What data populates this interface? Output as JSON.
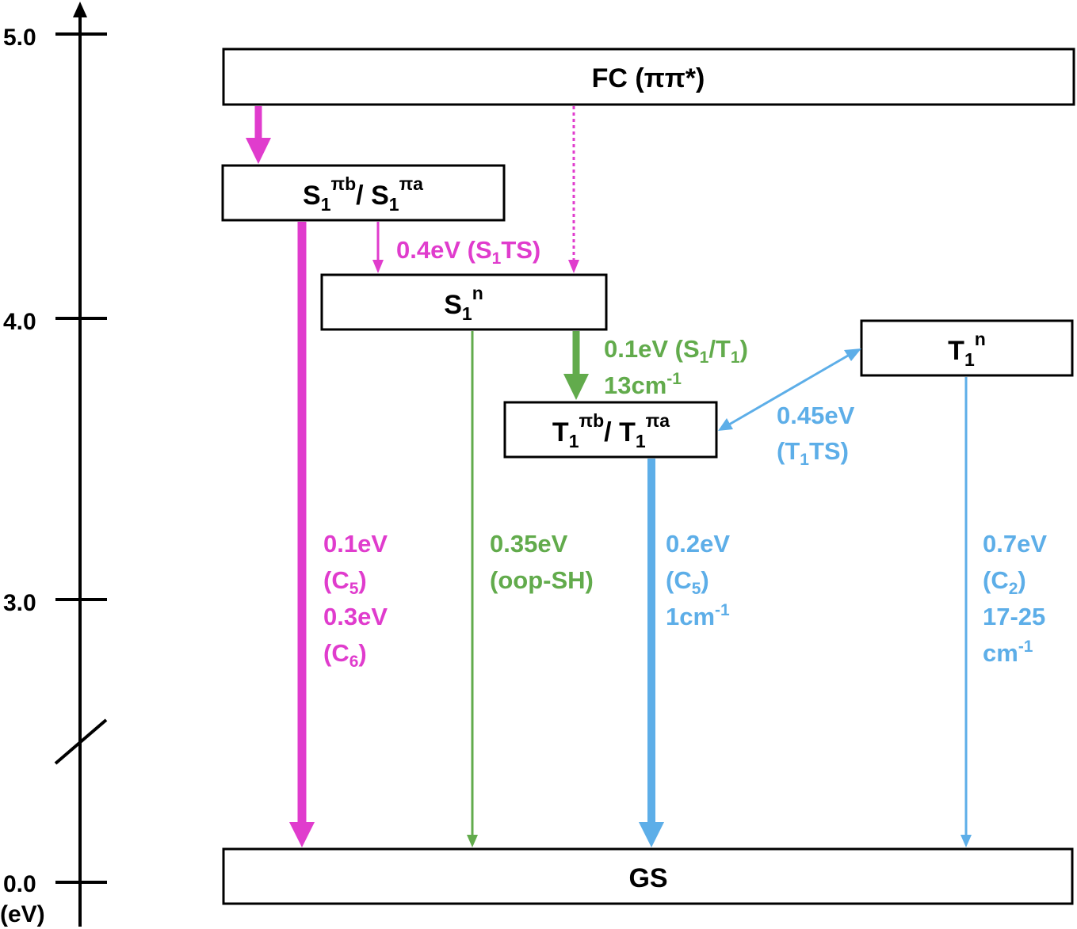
{
  "colors": {
    "singlet": "#e03ccd",
    "nonadiabatic": "#62ab4c",
    "triplet": "#5daee8",
    "line": "#000000"
  },
  "axis": {
    "ticks": [
      "5.0",
      "4.0",
      "3.0",
      "0.0"
    ],
    "unit": "(eV)"
  },
  "states": {
    "fc": {
      "label": "FC (ππ*)"
    },
    "s1": {
      "base": "S",
      "sub": "1",
      "sup1": "πb",
      "sep": "/ ",
      "sup2": "πa"
    },
    "s1n": {
      "base": "S",
      "sub": "1",
      "sup": "n"
    },
    "t1": {
      "base": "T",
      "sub": "1",
      "sup1": "πb",
      "sep": "/ ",
      "sup2": "πa"
    },
    "t1n": {
      "base": "T",
      "sub": "1",
      "sup": "n"
    },
    "gs": {
      "label": "GS"
    }
  },
  "annotations": {
    "s1_ts": {
      "pre": "0.4eV (S",
      "sub": "1",
      "post": "TS)"
    },
    "s1_t1": {
      "line1_pre": "0.1eV (S",
      "sub1": "1",
      "mid": "/T",
      "sub2": "1",
      "post": ")",
      "line2": "13cm",
      "line2_sup": "-1"
    },
    "t1_ts": {
      "line1": "0.45eV",
      "line2_pre": "(T",
      "sub": "1",
      "line2_post": "TS)"
    },
    "s1_gs": {
      "line1": "0.1eV",
      "line2_pre": "(C",
      "line2_sub": "5",
      "line2_post": ")",
      "line3": "0.3eV",
      "line4_pre": "(C",
      "line4_sub": "6",
      "line4_post": ")"
    },
    "s1n_gs": {
      "line1": "0.35eV",
      "line2": "(oop-SH)"
    },
    "t1_gs": {
      "line1": "0.2eV",
      "line2_pre": "(C",
      "line2_sub": "5",
      "line2_post": ")",
      "line3": "1cm",
      "line3_sup": "-1"
    },
    "t1n_gs": {
      "line1": "0.7eV",
      "line2_pre": "(C",
      "line2_sub": "2",
      "line2_post": ")",
      "line3": "17-25",
      "line4": "cm",
      "line4_sup": "-1"
    }
  }
}
